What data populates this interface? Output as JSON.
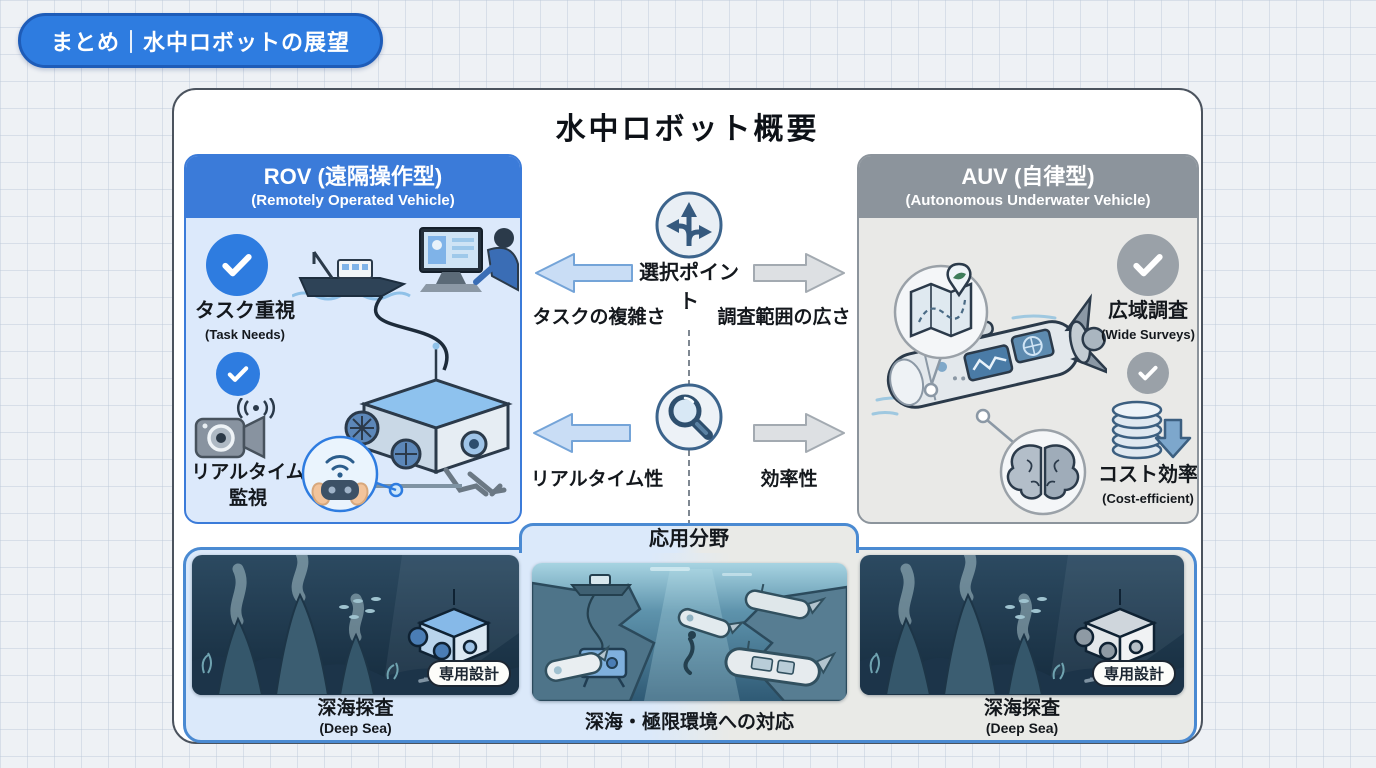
{
  "badge": {
    "label": "まとめ｜水中ロボットの展望"
  },
  "title": "水中ロボット概要",
  "rov_panel": {
    "title": "ROV (遠隔操作型)",
    "subtitle": "(Remotely Operated Vehicle)",
    "feature1_label": "タスク重視",
    "feature1_sublabel": "(Task Needs)",
    "feature2_line1": "リアルタイム",
    "feature2_line2": "監視"
  },
  "auv_panel": {
    "title": "AUV (自律型)",
    "subtitle": "(Autonomous Underwater Vehicle)",
    "feature1_label": "広域調査",
    "feature1_sublabel": "(Wide Surveys)",
    "feature2_label": "コスト効率",
    "feature2_sublabel": "(Cost-efficient)"
  },
  "decision": {
    "selection_label": "選択ポイント",
    "rov_criterion1": "タスクの複雑さ",
    "auv_criterion1": "調査範囲の広さ",
    "rov_criterion2": "リアルタイム性",
    "auv_criterion2": "効率性"
  },
  "applications": {
    "tab_label": "応用分野",
    "rov_caption": "深海探査",
    "rov_subcaption": "(Deep Sea)",
    "rov_badge": "専用設計",
    "middle_caption": "深海・極限環境への対応",
    "auv_caption": "深海探査",
    "auv_subcaption": "(Deep Sea)",
    "auv_badge": "専用設計"
  },
  "colors": {
    "accent_blue": "#2e7ce0",
    "rov_header": "#3b7bd9",
    "rov_body": "#dce9fb",
    "auv_header": "#8c949c",
    "auv_body": "#e9e9e7",
    "section_border": "#4a8ad2",
    "gray_check": "#9aa1a8",
    "arrow_blue_fill": "#c9ddf5",
    "arrow_gray_fill": "#dde0e3"
  }
}
